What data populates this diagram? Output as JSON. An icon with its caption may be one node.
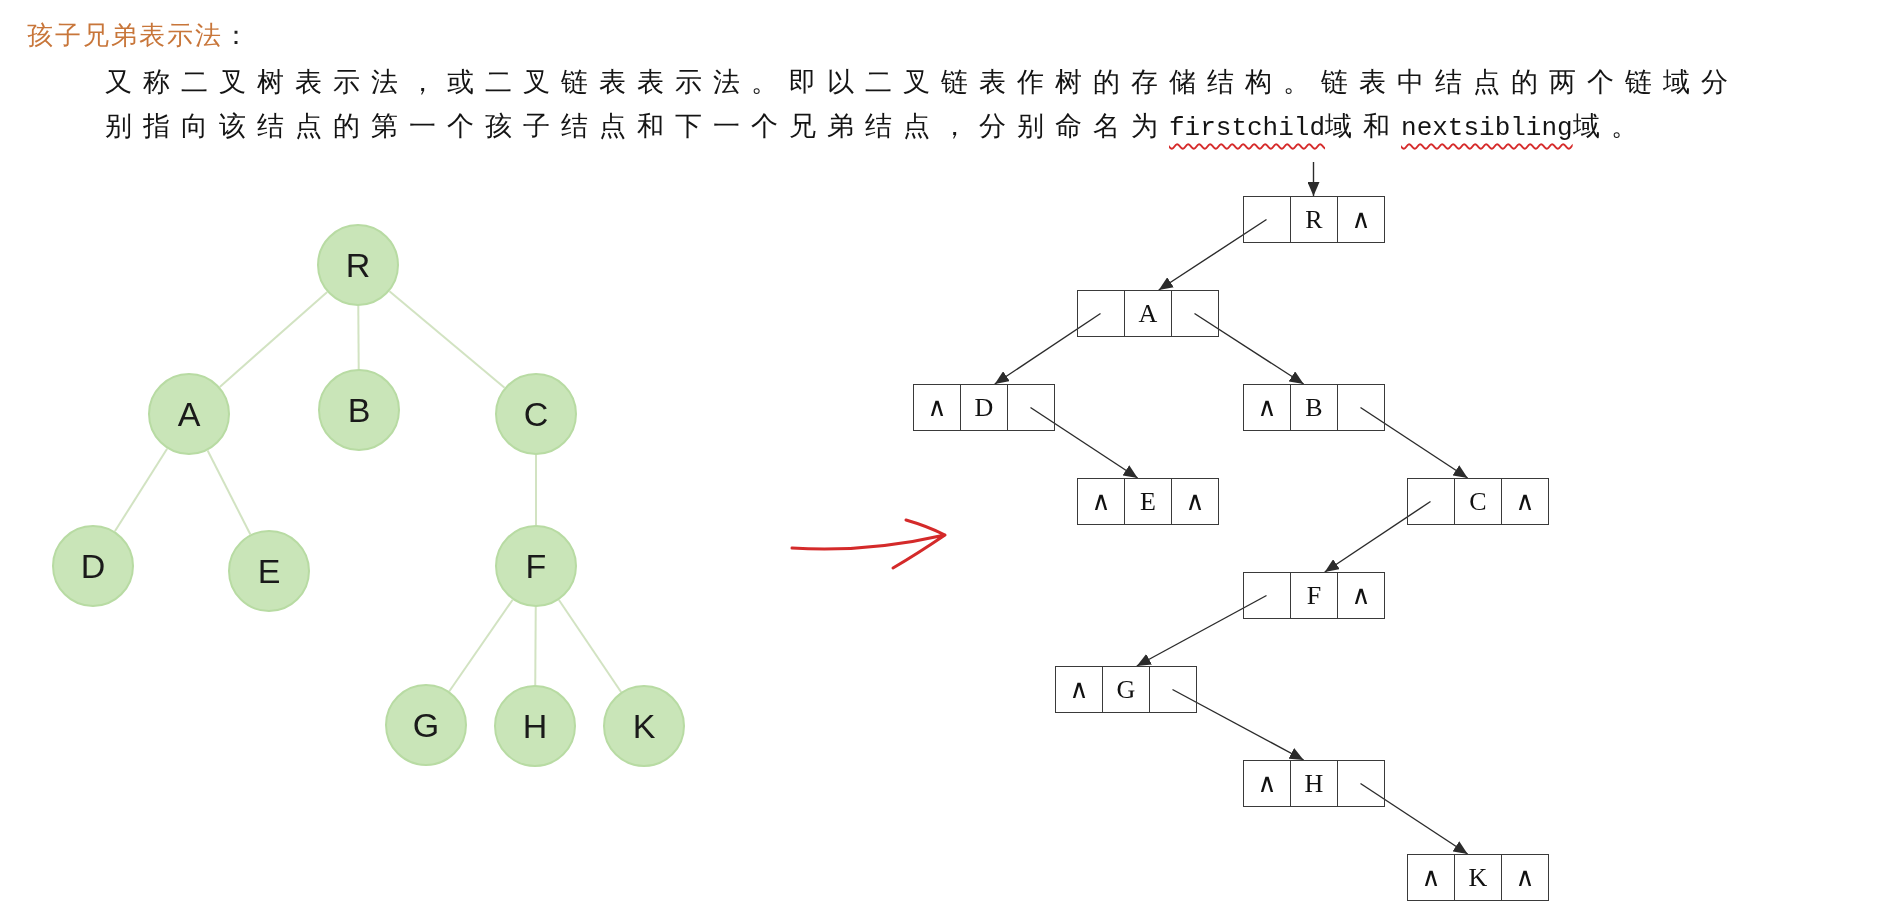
{
  "diagram": {
    "title": "孩子兄弟表示法：",
    "nodes": [
      {
        "text": [
          "R"
        ]
      },
      {
        "text": [
          "A"
        ]
      },
      {
        "text": [
          "B"
        ]
      },
      {
        "text": [
          "C"
        ]
      },
      {
        "text": [
          "D"
        ]
      },
      {
        "text": [
          "E"
        ]
      },
      {
        "text": [
          "F"
        ]
      },
      {
        "text": [
          "G"
        ]
      },
      {
        "text": [
          "H"
        ]
      },
      {
        "text": [
          "K"
        ]
      },
      {
        "text": [],
        "shape": "box"
      },
      {
        "text": [],
        "shape": "box",
        "in": 10
      },
      {
        "text": [
          "R"
        ],
        "in": 10
      },
      {
        "text": [
          "∧"
        ],
        "in": 10
      },
      {
        "text": [],
        "shape": "box"
      },
      {
        "text": [],
        "shape": "box",
        "in": 14
      },
      {
        "text": [
          "A"
        ],
        "in": 14
      },
      {
        "text": [],
        "shape": "box",
        "in": 14
      },
      {
        "text": [],
        "shape": "box"
      },
      {
        "text": [
          "∧"
        ],
        "in": 18
      },
      {
        "text": [
          "D"
        ],
        "in": 18
      },
      {
        "text": [],
        "shape": "box",
        "in": 18
      },
      {
        "text": [],
        "shape": "box"
      },
      {
        "text": [
          "∧"
        ],
        "in": 22
      },
      {
        "text": [
          "B"
        ],
        "in": 22
      },
      {
        "text": [],
        "shape": "box",
        "in": 22
      },
      {
        "text": [],
        "shape": "box"
      },
      {
        "text": [
          "∧"
        ],
        "in": 26
      },
      {
        "text": [
          "E"
        ],
        "in": 26
      },
      {
        "text": [
          "∧"
        ],
        "in": 26
      },
      {
        "text": [],
        "shape": "box"
      },
      {
        "text": [],
        "shape": "box",
        "in": 30
      },
      {
        "text": [
          "C"
        ],
        "in": 30
      },
      {
        "text": [
          "∧"
        ],
        "in": 30
      },
      {
        "text": [],
        "shape": "box"
      },
      {
        "text": [],
        "shape": "box",
        "in": 34
      },
      {
        "text": [
          "F"
        ],
        "in": 34
      },
      {
        "text": [
          "∧"
        ],
        "in": 34
      },
      {
        "text": [],
        "shape": "box"
      },
      {
        "text": [
          "∧"
        ],
        "in": 38
      },
      {
        "text": [
          "G"
        ],
        "in": 38
      },
      {
        "text": [],
        "shape": "box",
        "in": 38
      },
      {
        "text": [],
        "shape": "box"
      },
      {
        "text": [
          "∧"
        ],
        "in": 42
      },
      {
        "text": [
          "H"
        ],
        "in": 42
      },
      {
        "text": [],
        "shape": "box",
        "in": 42
      },
      {
        "text": [],
        "shape": "box"
      },
      {
        "text": [
          "∧"
        ],
        "in": 46
      },
      {
        "text": [
          "K"
        ],
        "in": 46
      },
      {
        "text": [
          "∧"
        ],
        "in": 46
      }
    ],
    "edges": [
      {
        "from": 0,
        "to": 1,
        "arrow": "none",
        "color": "#d2e3c2"
      },
      {
        "from": 0,
        "to": 2,
        "arrow": "none",
        "color": "#d2e3c2"
      },
      {
        "from": 0,
        "to": 3,
        "arrow": "none",
        "color": "#d2e3c2"
      },
      {
        "from": 1,
        "to": 4,
        "arrow": "none",
        "color": "#d2e3c2"
      },
      {
        "from": 1,
        "to": 5,
        "arrow": "none",
        "color": "#d2e3c2"
      },
      {
        "from": 3,
        "to": 6,
        "arrow": "none",
        "color": "#d2e3c2"
      },
      {
        "from": 6,
        "to": 7,
        "arrow": "none",
        "color": "#d2e3c2"
      },
      {
        "from": 6,
        "to": 8,
        "arrow": "none",
        "color": "#d2e3c2"
      },
      {
        "from": 6,
        "to": 9,
        "arrow": "none",
        "color": "#d2e3c2"
      },
      {
        "from": null,
        "to": 10,
        "arrow": "to",
        "color": "#2b2b2b"
      },
      {
        "from": 11,
        "to": 14,
        "arrow": "to",
        "color": "#2b2b2b"
      },
      {
        "from": 15,
        "to": 18,
        "arrow": "to",
        "color": "#2b2b2b"
      },
      {
        "from": 17,
        "to": 22,
        "arrow": "to",
        "color": "#2b2b2b"
      },
      {
        "from": 21,
        "to": 26,
        "arrow": "to",
        "color": "#2b2b2b"
      },
      {
        "from": 25,
        "to": 30,
        "arrow": "to",
        "color": "#2b2b2b"
      },
      {
        "from": 31,
        "to": 34,
        "arrow": "to",
        "color": "#2b2b2b"
      },
      {
        "from": 35,
        "to": 38,
        "arrow": "to",
        "color": "#2b2b2b"
      },
      {
        "from": 41,
        "to": 42,
        "arrow": "to",
        "color": "#2b2b2b"
      },
      {
        "from": 45,
        "to": 46,
        "arrow": "to",
        "color": "#2b2b2b"
      }
    ],
    "labels": [
      "又称二叉树表示法，或二叉链表表示法。即以二叉链表作树的存储结构。链表中结点的两个链域分别指向该结点的第一个孩子结点和下一个兄弟结点，分别命名为firstchild域和nextsibling域。"
    ]
  }
}
